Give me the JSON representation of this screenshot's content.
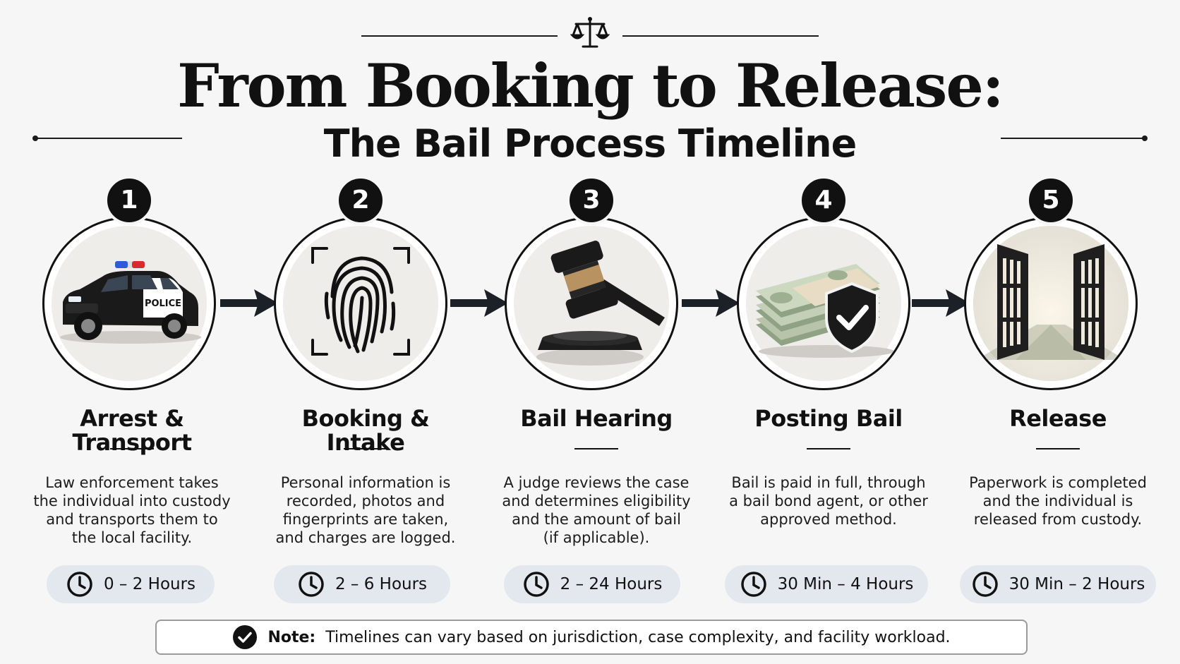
{
  "header": {
    "title": "From Booking to Release:",
    "subtitle": "The Bail Process Timeline",
    "emblem_icon": "scales-of-justice-icon"
  },
  "steps": [
    {
      "number": "1",
      "title_line1": "Arrest &",
      "title_line2": "Transport",
      "description": [
        "Law enforcement takes",
        "the individual into custody",
        "and transports them to",
        "the  local  facility."
      ],
      "duration": "0 – 2 Hours",
      "icon": "police-car-icon",
      "car_label": "POLICE"
    },
    {
      "number": "2",
      "title_line1": "Booking &",
      "title_line2": "Intake",
      "description": [
        "Personal information is",
        "recorded, photos and",
        "fingerprints are taken,",
        "and charges are logged."
      ],
      "duration": "2 – 6 Hours",
      "icon": "fingerprint-icon"
    },
    {
      "number": "3",
      "title_line1": "Bail Hearing",
      "title_line2": "",
      "description": [
        "A judge reviews the case",
        "and determines eligibility",
        "and the amount of bail",
        "(if applicable)."
      ],
      "duration": "2 – 24 Hours",
      "icon": "gavel-icon"
    },
    {
      "number": "4",
      "title_line1": "Posting Bail",
      "title_line2": "",
      "description": [
        "Bail is paid in full, through",
        "a bail bond agent, or other",
        "approved method.",
        ""
      ],
      "duration": "30 Min – 4 Hours",
      "icon": "money-shield-icon"
    },
    {
      "number": "5",
      "title_line1": "Release",
      "title_line2": "",
      "description": [
        "Paperwork is completed",
        "and the individual is",
        "released from custody.",
        ""
      ],
      "duration": "30 Min – 2 Hours",
      "icon": "open-gate-icon"
    }
  ],
  "note": {
    "label": "Note:",
    "text": "Timelines can vary based on jurisdiction, case complexity, and facility workload."
  },
  "colors": {
    "ink": "#111111",
    "pill_bg": "#e3e8ef",
    "circle_bg": "#efedea",
    "background": "#f6f6f6"
  }
}
